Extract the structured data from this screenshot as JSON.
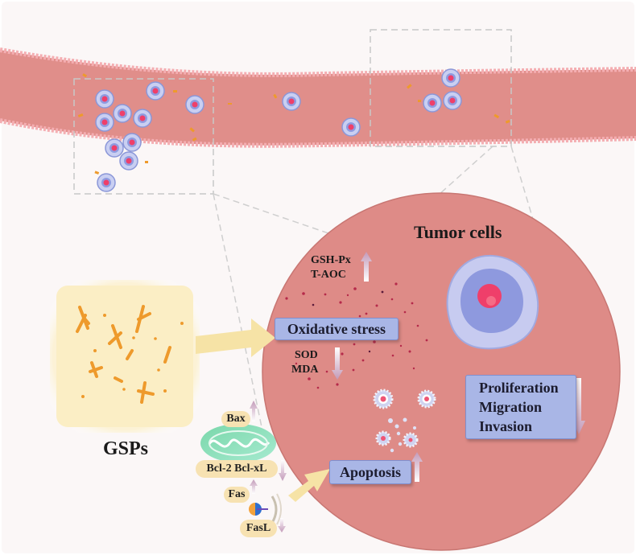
{
  "diagram": {
    "title": "Tumor cells",
    "gsps_label": "GSPs",
    "oxidative_stress": "Oxidative stress",
    "gsh_px": "GSH-Px",
    "t_aoc": "T-AOC",
    "sod": "SOD",
    "mda": "MDA",
    "apoptosis": "Apoptosis",
    "proliferation": "Proliferation",
    "migration": "Migration",
    "invasion": "Invasion",
    "bax": "Bax",
    "bcl2_bclxl": "Bcl-2 Bcl-xL",
    "fas": "Fas",
    "fasl": "FasL"
  },
  "colors": {
    "vessel": "#e08e8a",
    "vessel_wall": "#f4b2b4",
    "circle_fill": "#df8c88",
    "label_box": "#a9b6e6",
    "gsps_panel": "#fbeec7",
    "gsps_fibers": "#ee9a2c",
    "arrow": "#f6e3a6",
    "up_down_arrow": "#c59dbd",
    "mitochondrion": "#86ddb4",
    "pill": "#f7e2b2",
    "cell_outer": "#c7cdf0",
    "cell_inner": "#8f9be0",
    "nucleus": "#ef3f6a"
  }
}
